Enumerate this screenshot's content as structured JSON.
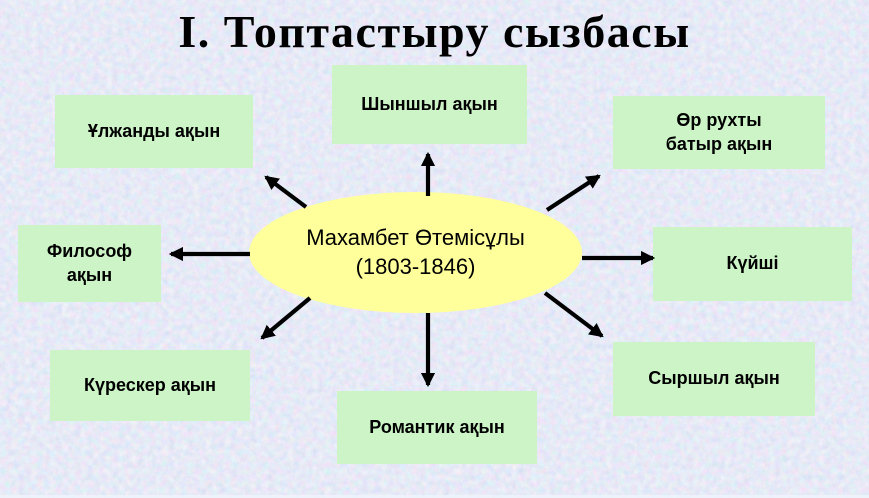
{
  "slide": {
    "title": "І. Топтастыру сызбасы",
    "center": {
      "label": "Махамбет Өтемісұлы\n(1803-1846)"
    },
    "nodes": [
      {
        "id": "top-center",
        "label": "Шыншыл ақын"
      },
      {
        "id": "top-right",
        "label": "Өр рухты\nбатыр ақын"
      },
      {
        "id": "right",
        "label": "Күйші"
      },
      {
        "id": "bottom-right",
        "label": "Сыршыл ақын"
      },
      {
        "id": "bottom-center",
        "label": "Романтик ақын"
      },
      {
        "id": "bottom-left",
        "label": "Күрескер ақын"
      },
      {
        "id": "left",
        "label": "Философ\nақын"
      },
      {
        "id": "top-left",
        "label": "Ұлжанды ақын"
      }
    ],
    "colors": {
      "background_base": "#c7d5ee",
      "node_fill": "#cdf4c7",
      "ellipse_fill": "#ffff9c",
      "arrow": "#000000",
      "text": "#000000"
    }
  }
}
